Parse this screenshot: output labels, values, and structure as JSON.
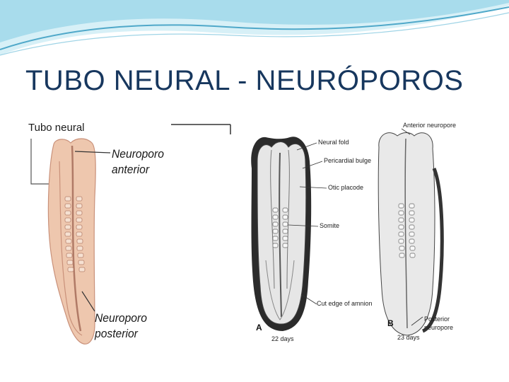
{
  "slide": {
    "title": "TUBO NEURAL - NEURÓPOROS"
  },
  "left_figure": {
    "header_label": "Tubo neural",
    "anterior_label_line1": "Neuroporo",
    "anterior_label_line2": "anterior",
    "posterior_label_line1": "Neuroporo",
    "posterior_label_line2": "posterior"
  },
  "right_figure": {
    "labels": {
      "anterior_neuropore": "Anterior neuropore",
      "neural_fold": "Neural fold",
      "pericardial_bulge": "Pericardial bulge",
      "otic_placode": "Otic placode",
      "somite": "Somite",
      "cut_edge": "Cut edge of amnion",
      "posterior_line1": "Posterior",
      "posterior_line2": "neuropore"
    },
    "panel_a_letter": "A",
    "panel_a_age": "22 days",
    "panel_b_letter": "B",
    "panel_b_age": "23 days"
  },
  "colors": {
    "title": "#17375e",
    "wave_light": "#bfe6f2",
    "wave_dark": "#4fa8c9",
    "embryo_skin": "#eec7ae",
    "embryo_shadow": "#c9917a"
  }
}
